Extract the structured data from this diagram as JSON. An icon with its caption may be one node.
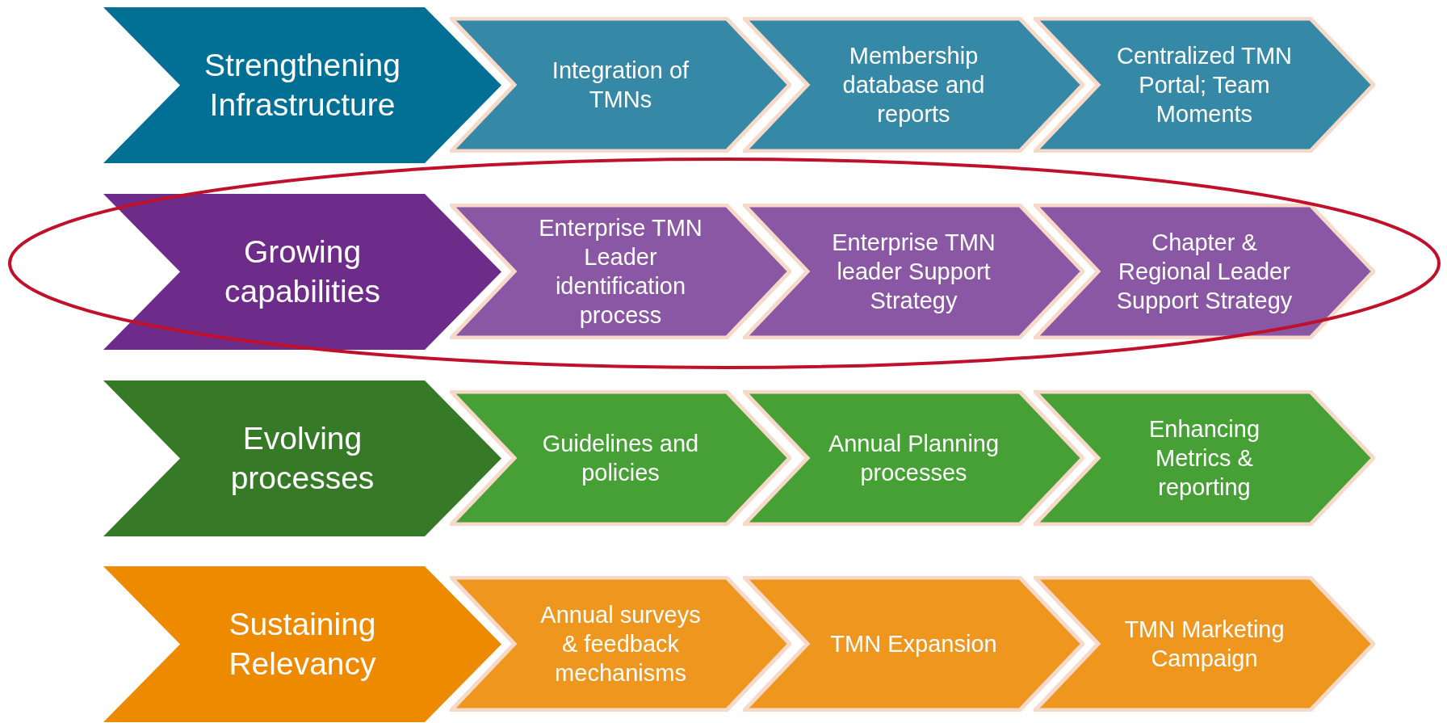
{
  "diagram": {
    "nodes": [
      {
        "text": [
          "Strengthening Infrastructure"
        ]
      },
      {
        "text": [
          "Integration of TMNs"
        ]
      },
      {
        "text": [
          "Membership database and reports"
        ]
      },
      {
        "text": [
          "Centralized TMN Portal; Team Moments"
        ]
      },
      {
        "text": [
          "Growing capabilities"
        ]
      },
      {
        "text": [
          "Enterprise TMN Leader identification process"
        ]
      },
      {
        "text": [
          "Enterprise TMN leader Support Strategy"
        ]
      },
      {
        "text": [
          "Chapter & Regional Leader Support Strategy"
        ]
      },
      {
        "text": [
          "Evolving processes"
        ]
      },
      {
        "text": [
          "Guidelines and policies"
        ]
      },
      {
        "text": [
          "Annual Planning processes"
        ]
      },
      {
        "text": [
          "Enhancing Metrics & reporting"
        ]
      },
      {
        "text": [
          "Sustaining Relevancy"
        ]
      },
      {
        "text": [
          "Annual surveys & feedback mechanisms"
        ]
      },
      {
        "text": [
          "TMN Expansion"
        ]
      },
      {
        "text": [
          "TMN Marketing Campaign"
        ]
      }
    ]
  }
}
